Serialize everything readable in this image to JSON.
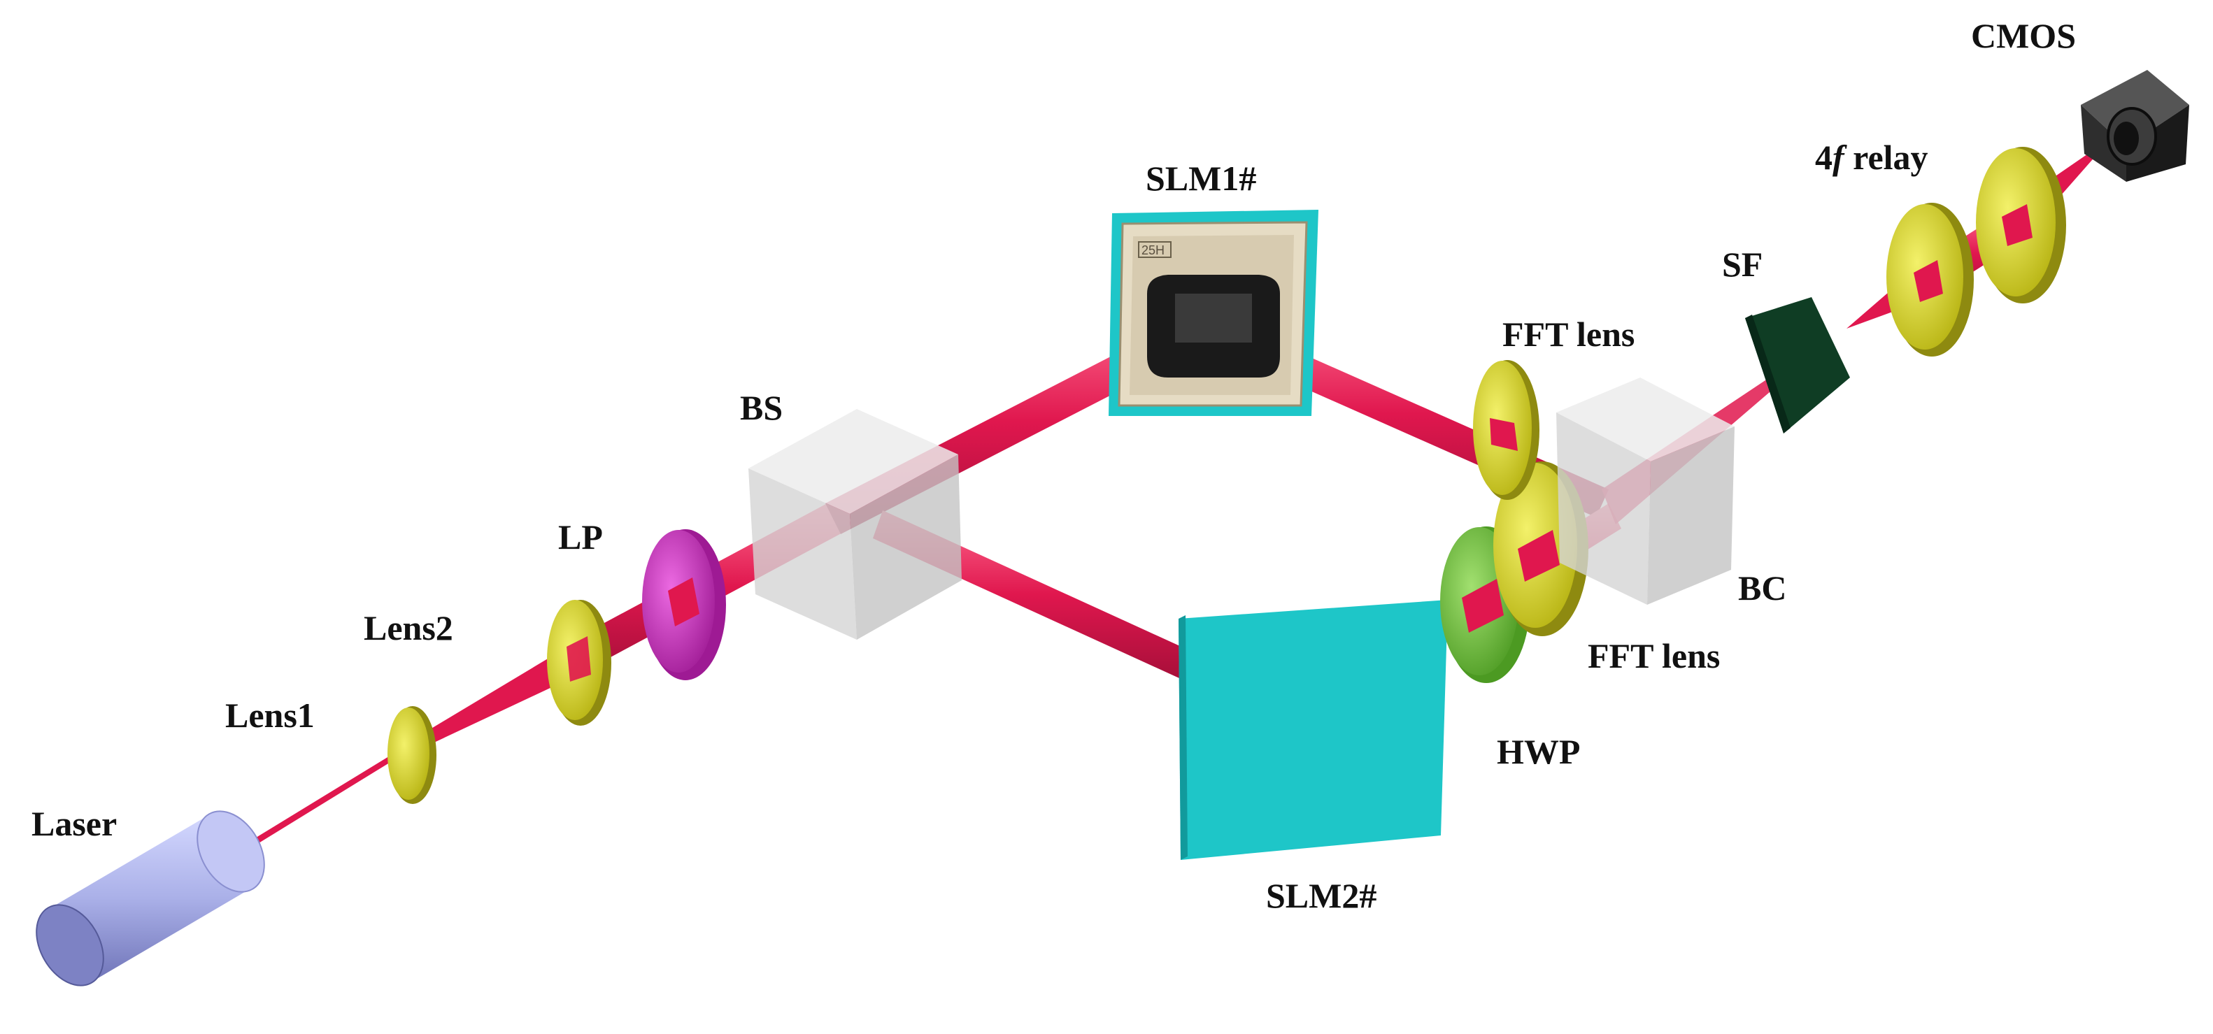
{
  "diagram": {
    "colors": {
      "beam": "#e0174e",
      "beam_dark": "#a80f3a",
      "lens": "#d6d21c",
      "lens_rim": "#8e8a10",
      "polarizer": "#d431c8",
      "waveplate": "#6cc13c",
      "slm": "#1ec6c8",
      "cube": "#d9d9d9",
      "filter": "#0f3d24",
      "laser": "#aab0e8",
      "camera": "#2a2a2a"
    },
    "labels": {
      "laser": "Laser",
      "lens1": "Lens1",
      "lens2": "Lens2",
      "lp": "LP",
      "bs": "BS",
      "slm1": "SLM1#",
      "slm2": "SLM2#",
      "fft_lens_top": "FFT lens",
      "fft_lens_bottom": "FFT lens",
      "hwp": "HWP",
      "bc": "BC",
      "sf": "SF",
      "relay_italic": "4f",
      "relay_suffix": " relay",
      "relay_prefix": "4",
      "cmos": "CMOS"
    },
    "slm1_chip_text": "25H"
  }
}
